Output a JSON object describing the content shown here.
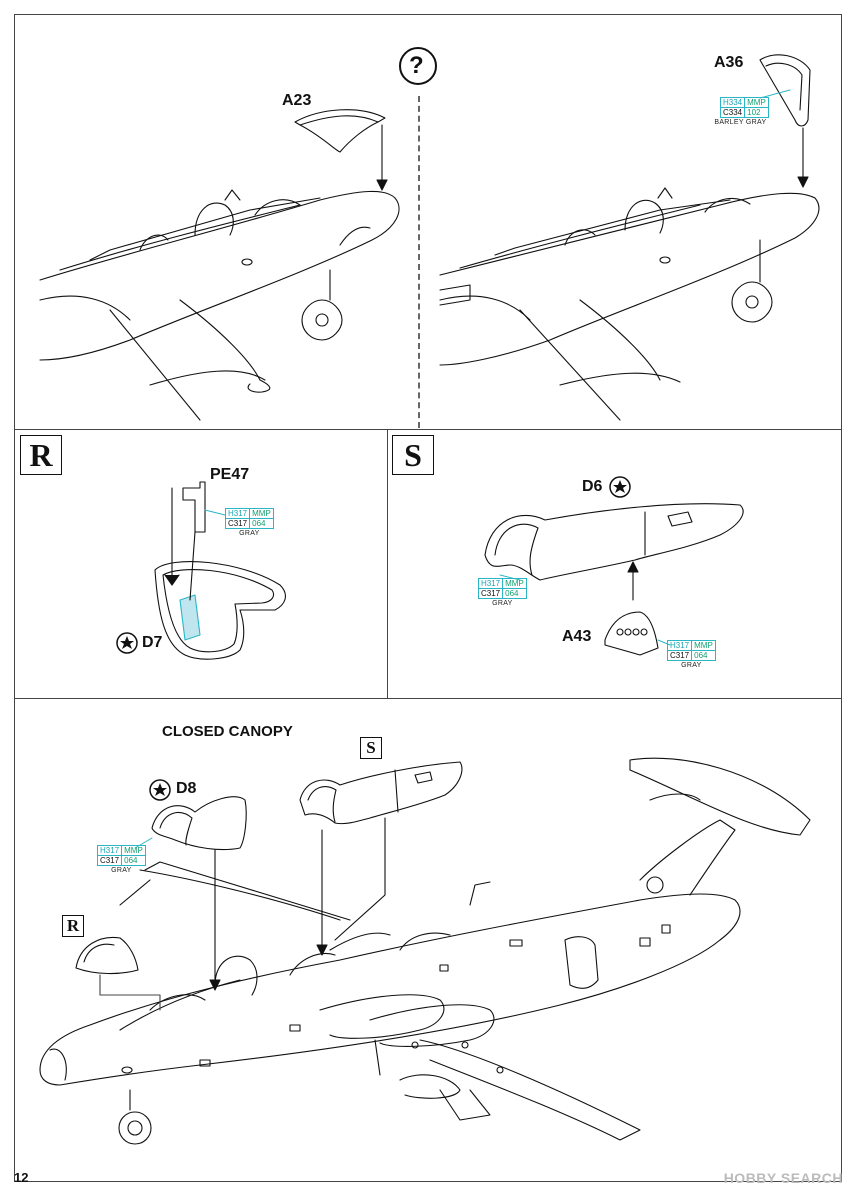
{
  "steps": {
    "top_left": {
      "question": "?",
      "part": "A23"
    },
    "top_right": {
      "part": "A36",
      "paint": {
        "h": "H334",
        "mmp": "MMP",
        "c": "C334",
        "num": "102",
        "name": "BARLEY GRAY"
      }
    },
    "step_r": {
      "badge": "R",
      "part": "PE47",
      "part2": "D7",
      "paint": {
        "h": "H317",
        "mmp": "MMP",
        "c": "C317",
        "num": "064",
        "name": "GRAY"
      }
    },
    "step_s": {
      "badge": "S",
      "part": "D6",
      "part2": "A43",
      "paint1": {
        "h": "H317",
        "mmp": "MMP",
        "c": "C317",
        "num": "064",
        "name": "GRAY"
      },
      "paint2": {
        "h": "H317",
        "mmp": "MMP",
        "c": "C317",
        "num": "064",
        "name": "GRAY"
      }
    },
    "bottom": {
      "title": "CLOSED CANOPY",
      "part": "D8",
      "badge_r": "R",
      "badge_s": "S",
      "paint": {
        "h": "H317",
        "mmp": "MMP",
        "c": "C317",
        "num": "064",
        "name": "GRAY"
      }
    }
  },
  "icons": [
    "question-icon",
    "photo-etch-star-icon"
  ],
  "page_number": "12",
  "watermark": "HOBBY SEARCH"
}
